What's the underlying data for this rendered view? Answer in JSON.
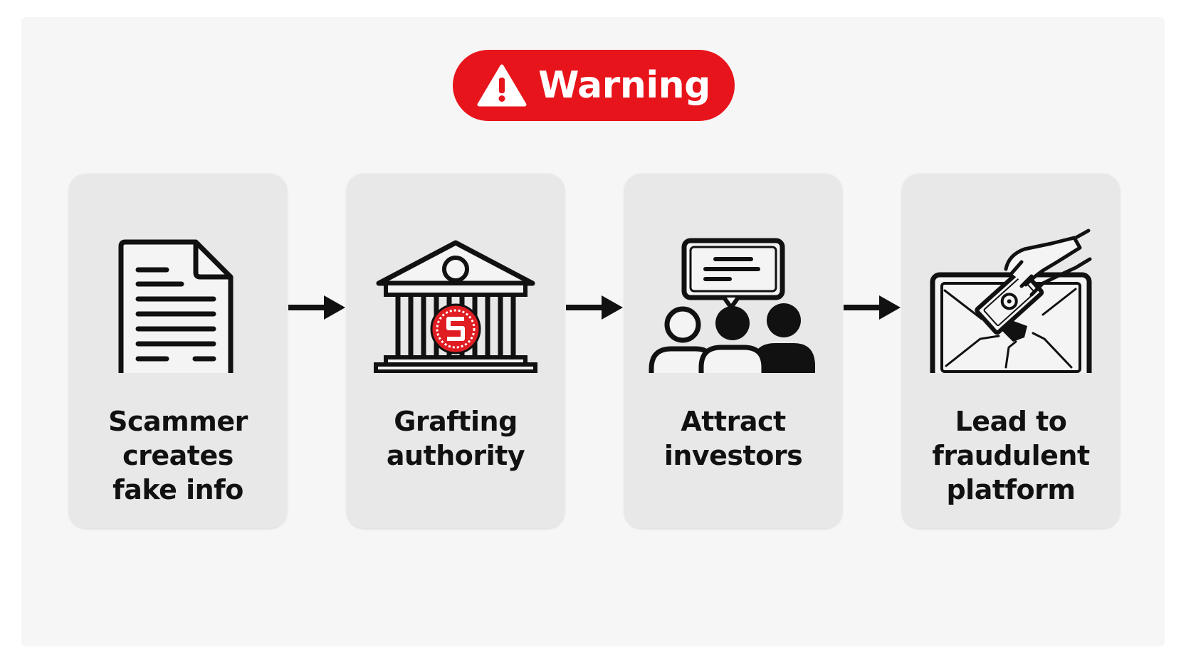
{
  "header": {
    "label": "Warning",
    "color": "#e8141b",
    "icon": "warning-triangle-icon"
  },
  "steps": [
    {
      "label": "Scammer\ncreates\nfake info",
      "icon": "document-icon"
    },
    {
      "label": "Grafting\nauthority",
      "icon": "bank-building-with-seal-icon"
    },
    {
      "label": "Attract\ninvestors",
      "icon": "people-speech-bubble-icon"
    },
    {
      "label": "Lead to\nfraudulent\nplatform",
      "icon": "hand-cash-monitor-icon"
    }
  ],
  "connector_icon": "right-arrow-icon"
}
